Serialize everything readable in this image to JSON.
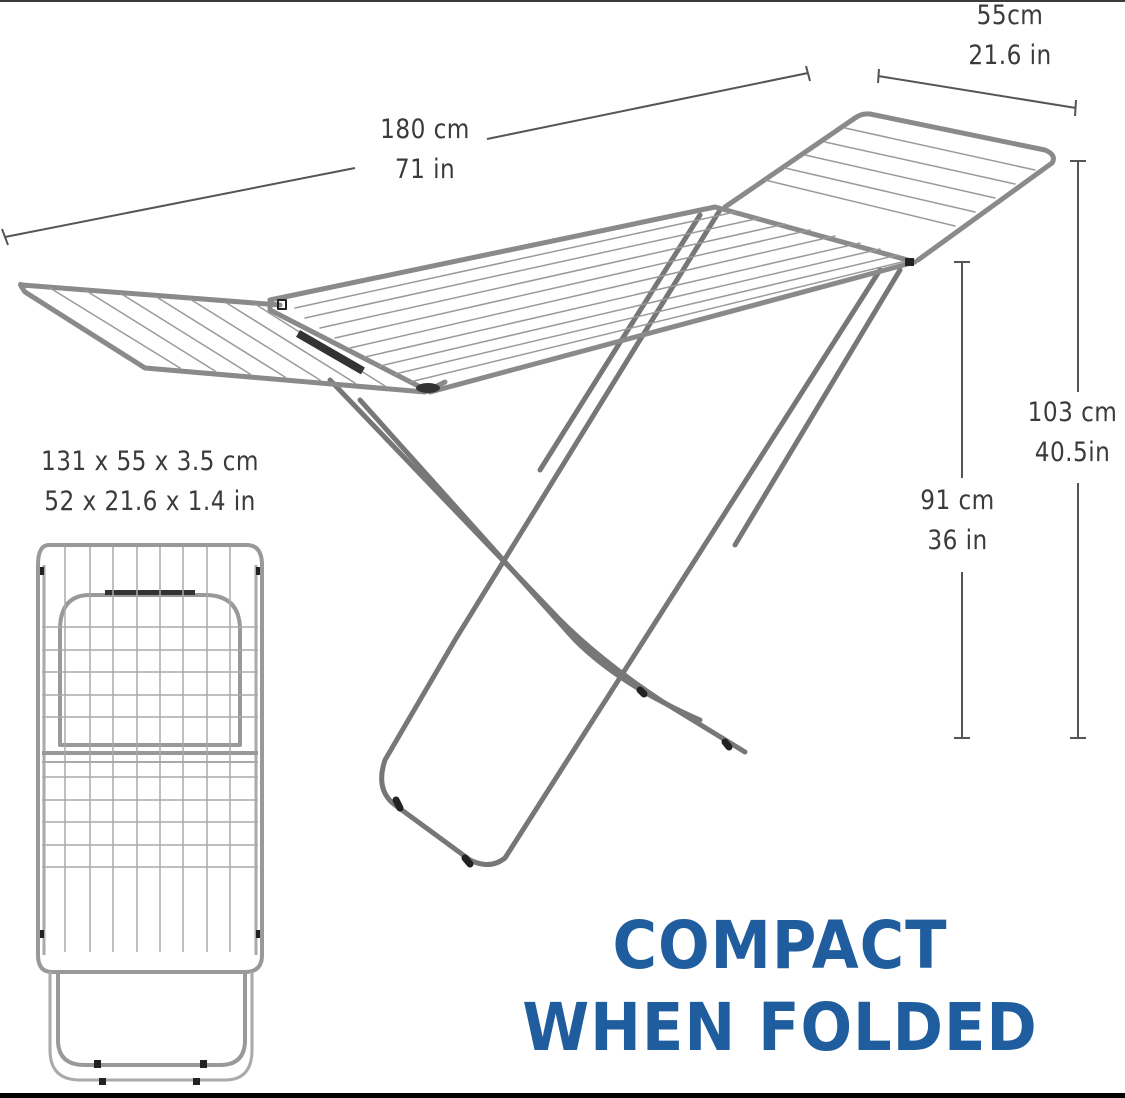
{
  "diagram": {
    "subject": "folding-clothes-drying-rack",
    "headline": {
      "line1": "COMPACT",
      "line2": "WHEN FOLDED",
      "color": "#1f5d9e"
    },
    "dimensions": {
      "length": {
        "cm": "180 cm",
        "in": "71 in"
      },
      "width": {
        "cm": "55cm",
        "in": "21.6 in"
      },
      "total_height": {
        "cm": "103 cm",
        "in": "40.5in"
      },
      "rail_height": {
        "cm": "91 cm",
        "in": "36 in"
      },
      "folded": {
        "cm": "131 x 55 x 3.5 cm",
        "in": "52 x 21.6 x 1.4 in"
      }
    },
    "colors": {
      "label_text": "#3b3b3b",
      "dimension_line": "#555555",
      "frame": "#8a8a8a"
    }
  }
}
